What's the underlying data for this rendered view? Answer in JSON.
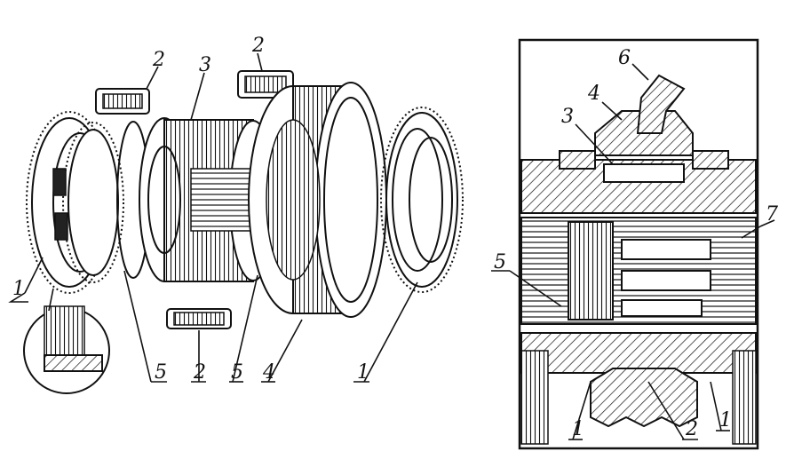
{
  "left_view": {
    "labels": [
      "1",
      "2",
      "3",
      "2",
      "5",
      "2",
      "5",
      "4",
      "1"
    ]
  },
  "right_view": {
    "labels": [
      "6",
      "4",
      "3",
      "7",
      "5",
      "1",
      "2",
      "1"
    ]
  }
}
